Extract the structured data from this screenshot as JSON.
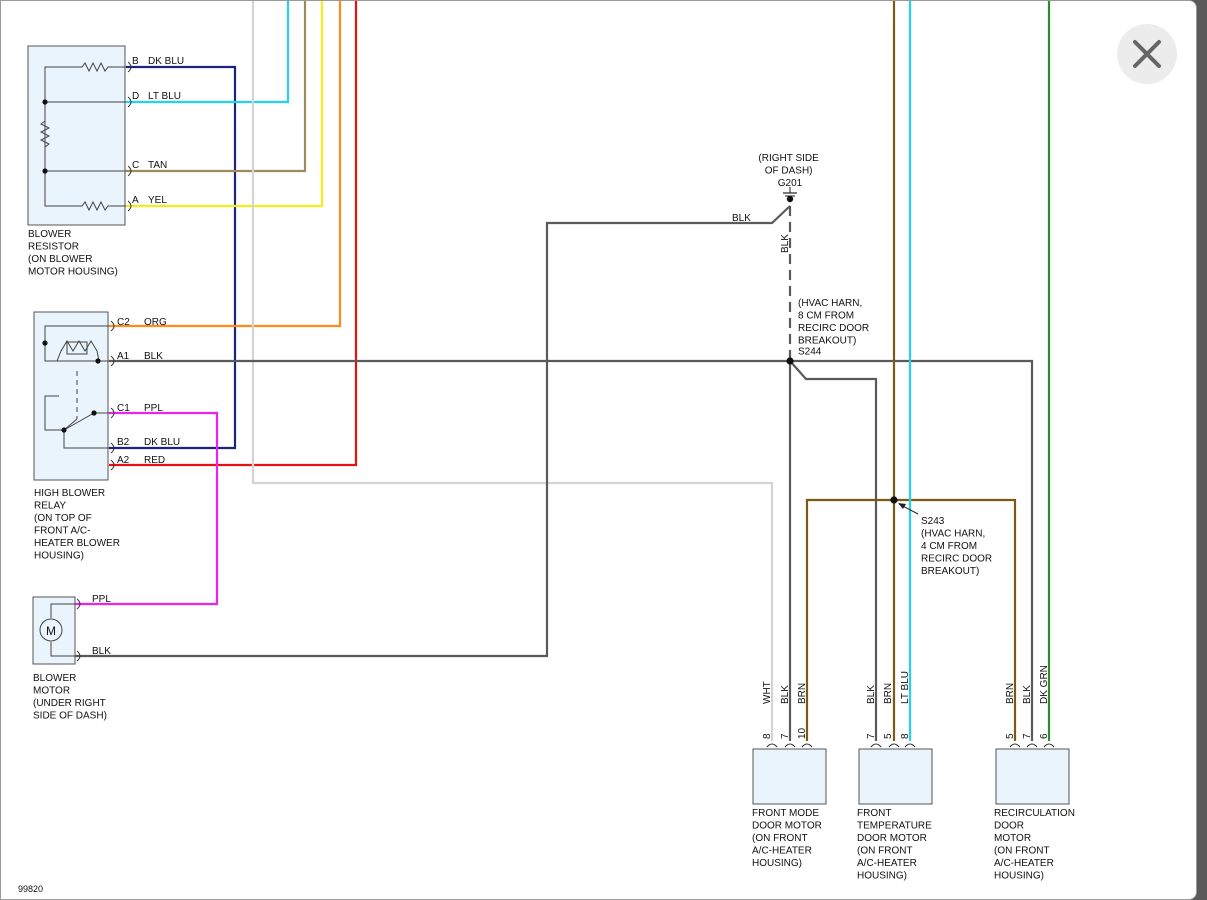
{
  "diagram_id": "99820",
  "wire_colors": {
    "dk_blu": "#1a237e",
    "lt_blu": "#22d3ee",
    "tan": "#a08a5c",
    "yel": "#f2ee1a",
    "org": "#ff8c1a",
    "red": "#e81010",
    "blk": "#5a5a5a",
    "ppl": "#ee22ee",
    "brn": "#7a5a14",
    "dk_grn": "#2e8b2e",
    "wht": "#d4d4d4"
  },
  "components": {
    "blower_resistor": [
      "BLOWER",
      "RESISTOR",
      "(ON BLOWER",
      "MOTOR HOUSING)"
    ],
    "high_blower_relay": [
      "HIGH BLOWER",
      "RELAY",
      "(ON TOP OF",
      "FRONT A/C-",
      "HEATER BLOWER",
      "HOUSING)"
    ],
    "blower_motor": [
      "BLOWER",
      "MOTOR",
      "(UNDER RIGHT",
      "SIDE OF DASH)"
    ],
    "motor_symbol": "M",
    "front_mode_door_motor": [
      "FRONT MODE",
      "DOOR MOTOR",
      "(ON FRONT",
      "A/C-HEATER",
      "HOUSING)"
    ],
    "front_temperature_door_motor": [
      "FRONT",
      "TEMPERATURE",
      "DOOR MOTOR",
      "(ON FRONT",
      "A/C-HEATER",
      "HOUSING)"
    ],
    "recirculation_door_motor": [
      "RECIRCULATION",
      "DOOR",
      "MOTOR",
      "(ON FRONT",
      "A/C-HEATER",
      "HOUSING)"
    ]
  },
  "ground": {
    "location": [
      "(RIGHT SIDE",
      "OF DASH)"
    ],
    "id": "G201"
  },
  "splices": {
    "s244": {
      "desc": [
        "(HVAC HARN,",
        "8 CM FROM",
        "RECIRC DOOR",
        "BREAKOUT)"
      ],
      "id": "S244"
    },
    "s243": {
      "id": "S243",
      "desc": [
        "(HVAC HARN,",
        "4 CM FROM",
        "RECIRC DOOR",
        "BREAKOUT)"
      ]
    }
  },
  "resistor_pins": [
    {
      "pin": "B",
      "color": "DK BLU"
    },
    {
      "pin": "D",
      "color": "LT BLU"
    },
    {
      "pin": "C",
      "color": "TAN"
    },
    {
      "pin": "A",
      "color": "YEL"
    }
  ],
  "relay_pins": [
    {
      "pin": "C2",
      "color": "ORG"
    },
    {
      "pin": "A1",
      "color": "BLK"
    },
    {
      "pin": "C1",
      "color": "PPL"
    },
    {
      "pin": "B2",
      "color": "DK BLU"
    },
    {
      "pin": "A2",
      "color": "RED"
    }
  ],
  "motor_wires": [
    "PPL",
    "BLK"
  ],
  "ground_wires": {
    "horizontal": "BLK",
    "vertical": "BLK"
  },
  "mode_motor_pins": [
    {
      "pin": "8",
      "color": "WHT"
    },
    {
      "pin": "7",
      "color": "BLK"
    },
    {
      "pin": "10",
      "color": "BRN"
    }
  ],
  "temp_motor_pins": [
    {
      "pin": "7",
      "color": "BLK"
    },
    {
      "pin": "5",
      "color": "BRN"
    },
    {
      "pin": "8",
      "color": "LT BLU"
    }
  ],
  "recirc_motor_pins": [
    {
      "pin": "5",
      "color": "BRN"
    },
    {
      "pin": "7",
      "color": "BLK"
    },
    {
      "pin": "6",
      "color": "DK GRN"
    }
  ]
}
